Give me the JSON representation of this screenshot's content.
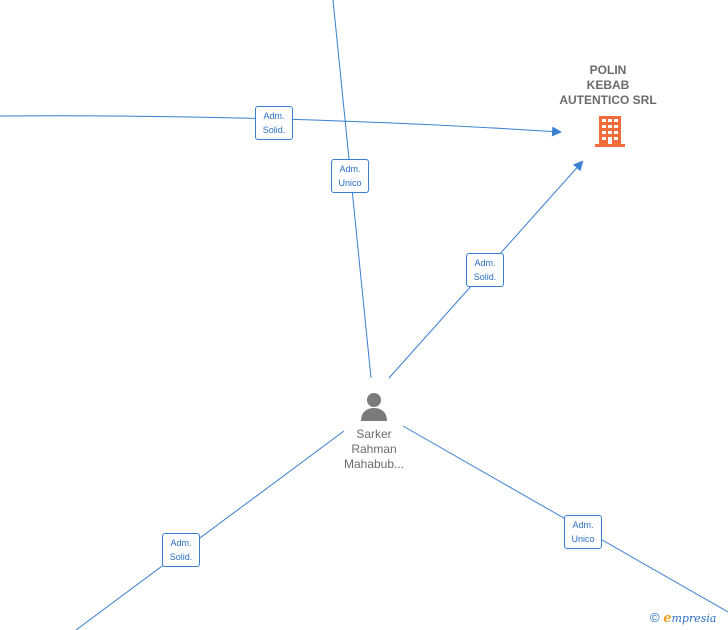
{
  "company": {
    "name": "POLIN\nKEBAB\nAUTENTICO SRL",
    "icon": "building-icon",
    "color": "#f26b3a"
  },
  "person": {
    "name": "Sarker\nRahman\nMahabub...",
    "icon": "person-icon",
    "color": "#7a7a7a"
  },
  "edges": [
    {
      "id": "edge-top-left",
      "label": "Adm.\nSolid."
    },
    {
      "id": "edge-top-vertical",
      "label": "Adm.\nUnico"
    },
    {
      "id": "edge-person-company",
      "label": "Adm.\nSolid."
    },
    {
      "id": "edge-bottom-left",
      "label": "Adm.\nSolid."
    },
    {
      "id": "edge-bottom-right",
      "label": "Adm.\nUnico"
    }
  ],
  "brand": {
    "copyright_symbol": "©",
    "e_letter": "e",
    "rest": "mpresia"
  },
  "colors": {
    "edge": "#3a7fd0",
    "label_text": "#2a6fc4"
  }
}
